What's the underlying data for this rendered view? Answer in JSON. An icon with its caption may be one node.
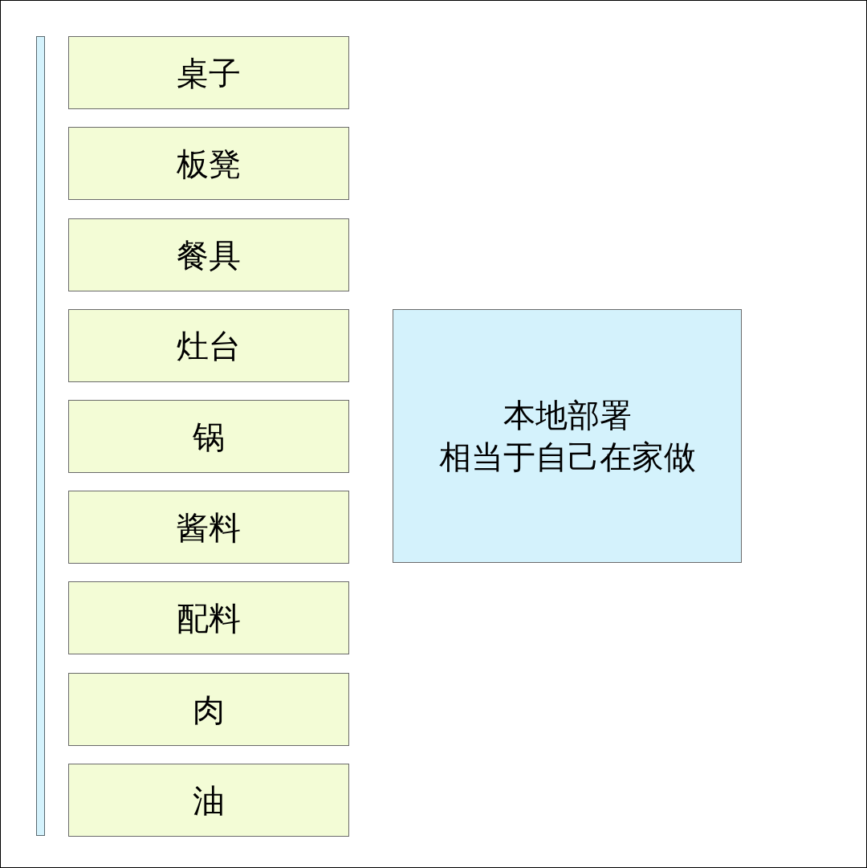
{
  "diagram": {
    "nodes": [
      {
        "text": [
          "桌子"
        ]
      },
      {
        "text": [
          "板凳"
        ]
      },
      {
        "text": [
          "餐具"
        ]
      },
      {
        "text": [
          "灶台"
        ]
      },
      {
        "text": [
          "锅"
        ]
      },
      {
        "text": [
          "酱料"
        ]
      },
      {
        "text": [
          "配料"
        ]
      },
      {
        "text": [
          "肉"
        ]
      },
      {
        "text": [
          "油"
        ]
      },
      {
        "text": [
          "本地部署",
          "相当于自己在家做"
        ]
      }
    ]
  }
}
